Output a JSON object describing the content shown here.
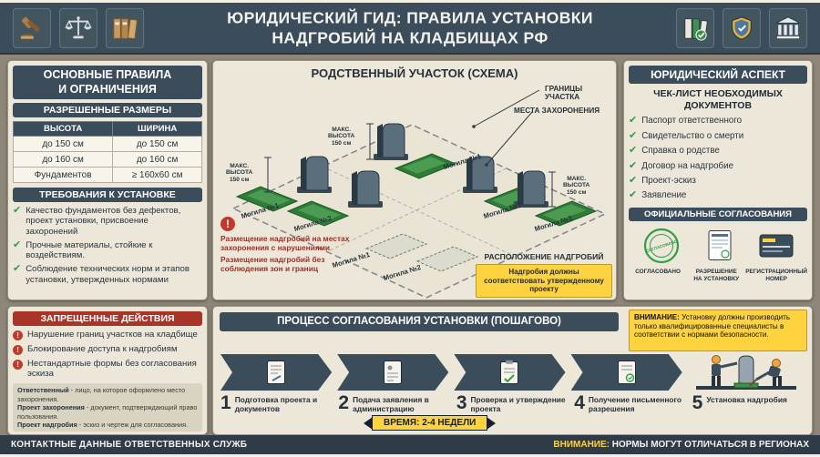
{
  "colors": {
    "slate": "#3b4d5a",
    "panel_bg": "#ece7d9",
    "accent_yellow": "#ffd23f",
    "check_green": "#2f9e44",
    "warn_red": "#c0392b"
  },
  "header": {
    "title_line1": "ЮРИДИЧЕСКИЙ ГИД: ПРАВИЛА УСТАНОВКИ",
    "title_line2": "НАДГРОБИЙ НА КЛАДБИЩАХ РФ",
    "icons_left": [
      "gavel-icon",
      "scales-icon",
      "folders-icon"
    ],
    "icons_right": [
      "law-books-icon",
      "shield-icon",
      "bank-icon"
    ]
  },
  "left": {
    "rules_title": "ОСНОВНЫЕ ПРАВИЛА\nИ ОГРАНИЧЕНИЯ",
    "sizes_title": "РАЗРЕШЕННЫЕ РАЗМЕРЫ",
    "table": {
      "col1": "ВЫСОТА",
      "col2": "ШИРИНА",
      "rows": [
        {
          "c1": "до 150 см",
          "c2": "до 150 см"
        },
        {
          "c1": "до 160 см",
          "c2": "до 160 см"
        },
        {
          "c1": "Фундаментов",
          "c2": "≥ 160x60 см"
        }
      ]
    },
    "requirements_title": "ТРЕБОВАНИЯ К УСТАНОВКЕ",
    "requirements": [
      "Качество фундаментов без дефектов, проект установки, присвоение захоронений",
      "Прочные материалы, стойкие к воздействиям.",
      "Соблюдение технических норм и этапов установки, утвержденных нормами"
    ],
    "forbidden_title": "ЗАПРЕЩЕННЫЕ ДЕЙСТВИЯ",
    "forbidden": [
      "Нарушение границ участков на кладбище",
      "Блокирование доступа к надгробиям",
      "Нестандартные формы без согласования эскиза"
    ],
    "footnotes": [
      {
        "term": "Ответственный",
        "rest": " - лицо, на которое оформлено место захоронения."
      },
      {
        "term": "Проект захоронения",
        "rest": " - документ, подтверждающий право пользования."
      },
      {
        "term": "Проект надгробия",
        "rest": " - эскиз и чертеж для согласования."
      }
    ]
  },
  "scheme": {
    "title": "РОДСТВЕННЫЙ УЧАСТОК (СХЕМА)",
    "label_borders": "ГРАНИЦЫ УЧАСТКА",
    "label_places": "МЕСТА ЗАХОРОНЕНИЯ",
    "max_height": "МАКС.\nВЫСОТА\n150 см",
    "grave_labels": [
      "Могила №1",
      "Могила №1",
      "Могила №2",
      "Могила №3",
      "Могила №3",
      "Могила №1",
      "Могила №2"
    ],
    "violations": [
      "Размещение надгробий на местах захоронения с нарушениями",
      "Размещение надгробий без соблюдения зон и границ"
    ],
    "placement_title": "РАСПОЛОЖЕНИЕ НАДГРОБИЙ",
    "placement_text": "Надгробия должны соответствовать утвержденному проекту"
  },
  "process": {
    "title": "ПРОЦЕСС СОГЛАСОВАНИЯ УСТАНОВКИ (ПОШАГОВО)",
    "warning_bold": "ВНИМАНИЕ:",
    "warning_text": " Установку должны производить только квалифицированные специалисты в соответствии с нормами безопасности.",
    "steps": [
      {
        "num": "1",
        "label": "Подготовка проекта и документов"
      },
      {
        "num": "2",
        "label": "Подача заявления в администрацию"
      },
      {
        "num": "3",
        "label": "Проверка и утверждение проекта"
      },
      {
        "num": "4",
        "label": "Получение письменного разрешения"
      },
      {
        "num": "5",
        "label": "Установка надгробия"
      }
    ],
    "time": "ВРЕМЯ: 2-4 НЕДЕЛИ"
  },
  "right": {
    "title": "ЮРИДИЧЕСКИЙ АСПЕКТ",
    "checklist_title": "ЧЕК-ЛИСТ НЕОБХОДИМЫХ\nДОКУМЕНТОВ",
    "checklist": [
      "Паспорт ответственного",
      "Свидетельство о смерти",
      "Справка о родстве",
      "Договор на надгробие",
      "Проект-эскиз",
      "Заявление"
    ],
    "approvals_title": "ОФИЦИАЛЬНЫЕ СОГЛАСОВАНИЯ",
    "stamp_text": "СОГЛАСОВАНО",
    "approval_labels": [
      "СОГЛАСОВАНО",
      "РАЗРЕШЕНИЕ\nНА УСТАНОВКУ",
      "РЕГИСТРАЦИОННЫЙ\nНОМЕР"
    ]
  },
  "footer": {
    "left": "КОНТАКТНЫЕ ДАННЫЕ ОТВЕТСТВЕННЫХ СЛУЖБ",
    "warn_bold": "ВНИМАНИЕ:",
    "warn_text": " НОРМЫ МОГУТ ОТЛИЧАТЬСЯ В РЕГИОНАХ"
  }
}
